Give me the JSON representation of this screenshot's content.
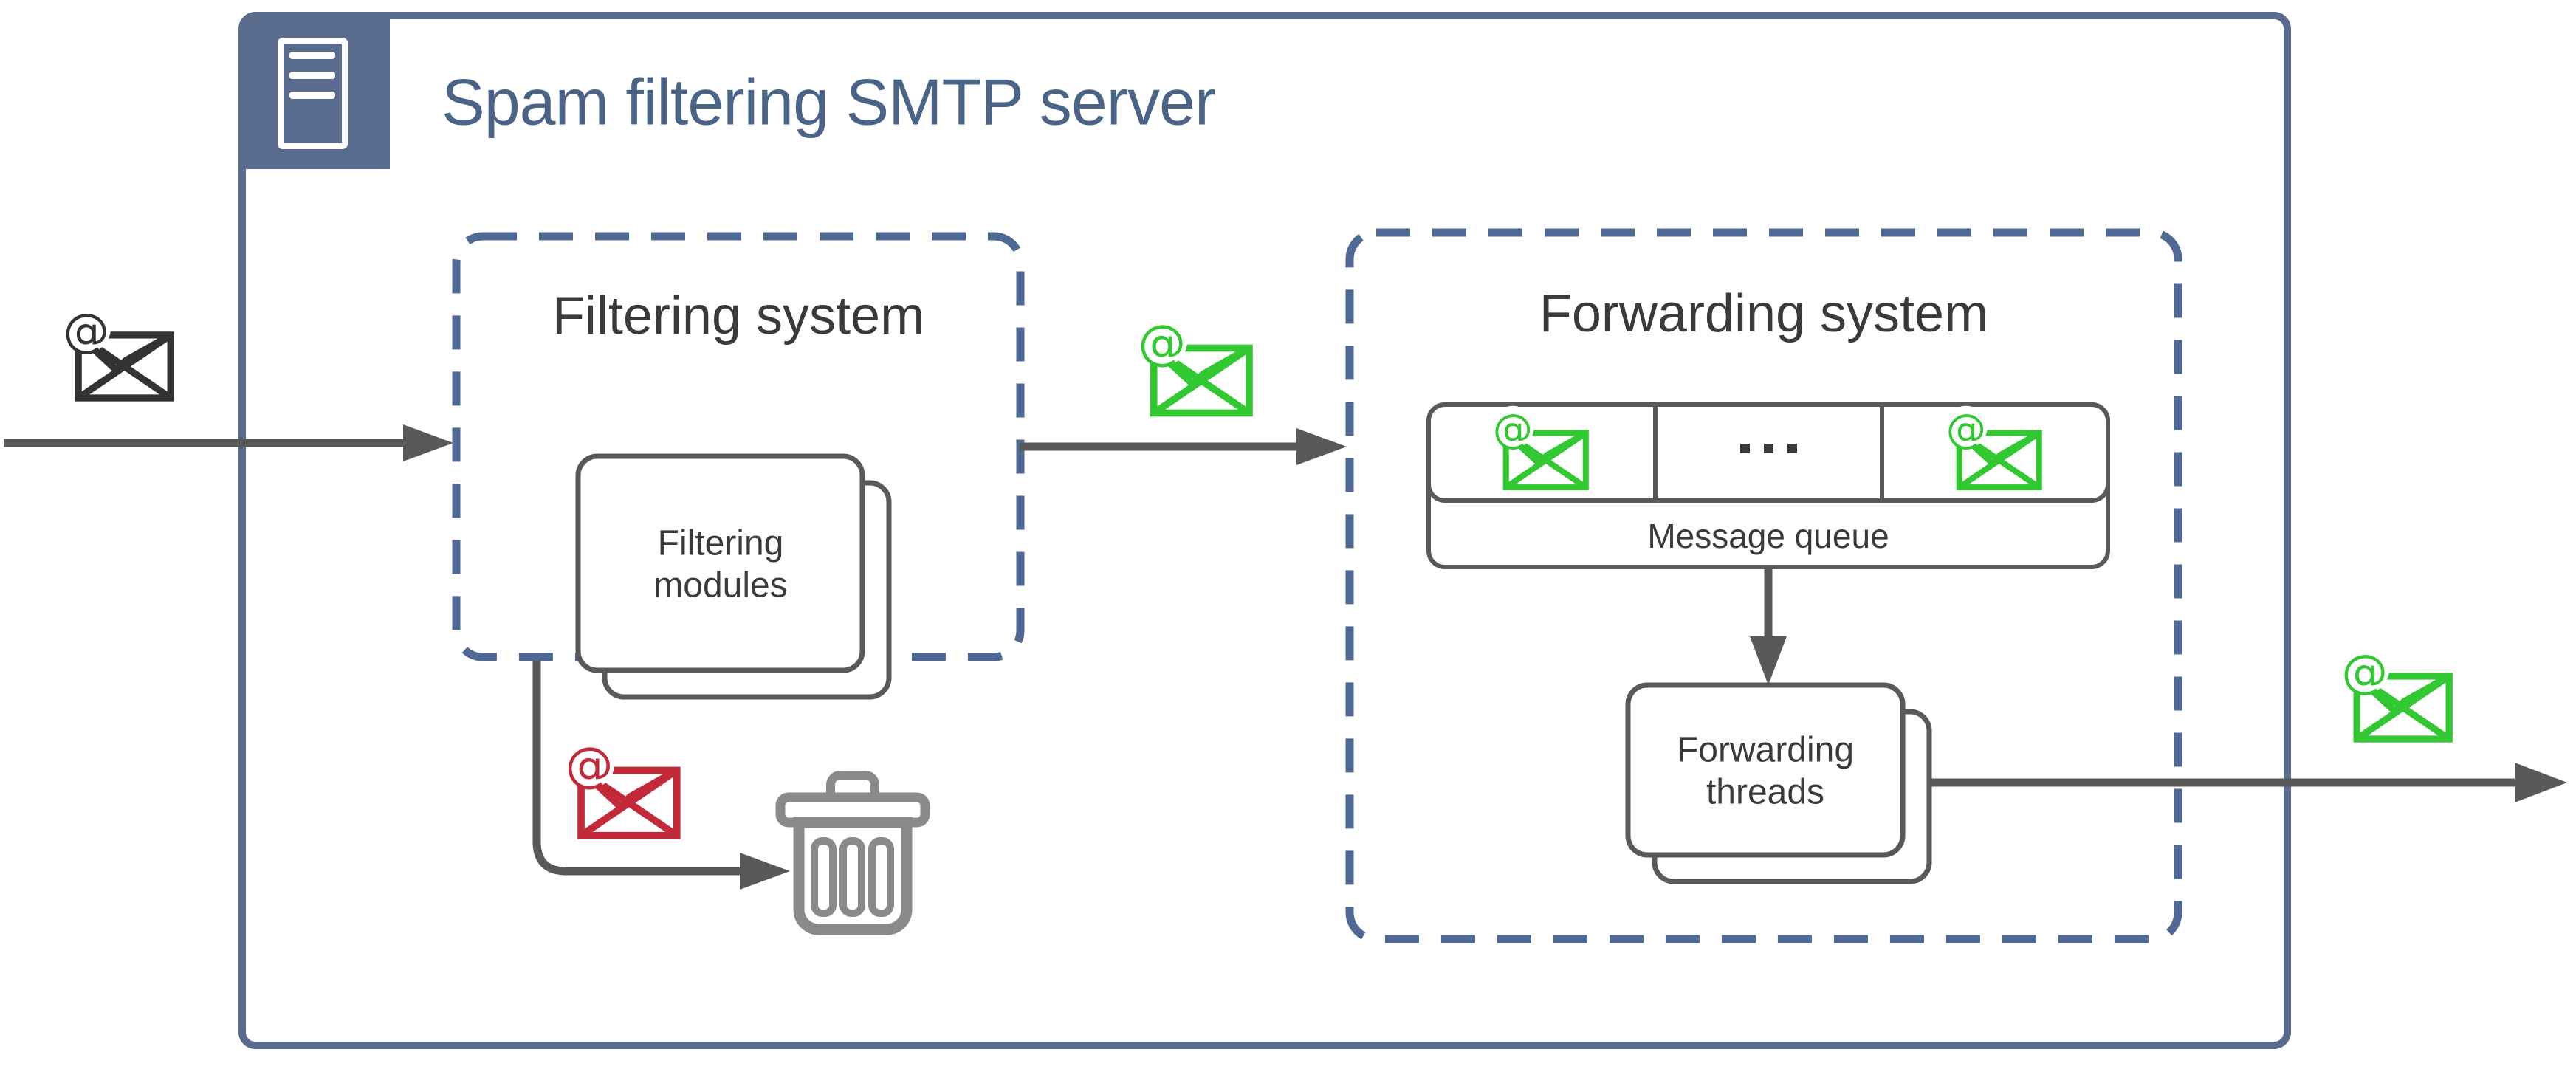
{
  "colors": {
    "slate": "#596C8D",
    "dash-blue": "#4E6A94",
    "title-blue": "#4A6488",
    "line-gray": "#595959",
    "card-border": "#595959",
    "text-dark": "#3A3A3A",
    "mail-green": "#32C832",
    "mail-red": "#C4293A",
    "mail-black": "#333333",
    "trash-gray": "#8A8A8A"
  },
  "diagram": {
    "title": "Spam filtering SMTP server",
    "at_glyph": "@",
    "filtering": {
      "label": "Filtering system",
      "card_line1": "Filtering",
      "card_line2": "modules"
    },
    "forwarding": {
      "label": "Forwarding system",
      "queue_label": "Message queue",
      "card_line1": "Forwarding",
      "card_line2": "threads"
    },
    "icons": {
      "server": "server-icon",
      "incoming_mail": "email-at-icon-black",
      "clean_mail": "email-at-icon-green",
      "spam_mail": "email-at-icon-red",
      "trash": "trash-icon"
    }
  }
}
